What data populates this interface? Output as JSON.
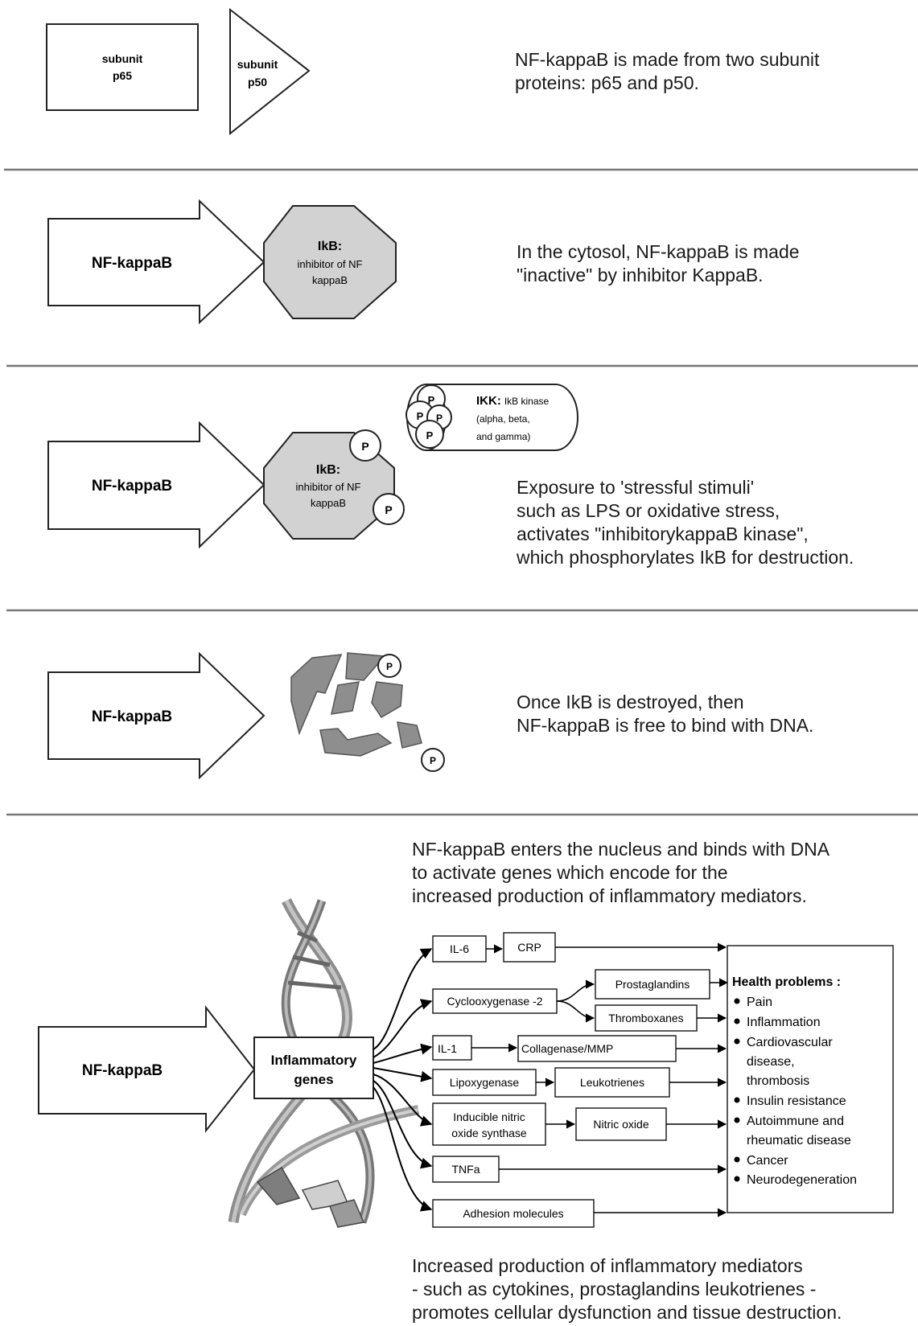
{
  "panel1": {
    "box_p65": {
      "line1": "subunit",
      "line2": "p65"
    },
    "tri_p50": {
      "line1": "subunit",
      "line2": "p50"
    },
    "desc": [
      "NF-kappaB is made from two subunit",
      "proteins: p65 and p50."
    ]
  },
  "panel2": {
    "arrow_label": "NF-kappaB",
    "ikb": {
      "title": "IkB:",
      "line1": "inhibitor of NF",
      "line2": "kappaB"
    },
    "desc": [
      "In the cytosol, NF-kappaB is made",
      "\"inactive\" by inhibitor KappaB."
    ]
  },
  "panel3": {
    "arrow_label": "NF-kappaB",
    "ikb": {
      "title": "IkB:",
      "line1": "inhibitor of NF",
      "line2": "kappaB"
    },
    "p_label": "P",
    "ikk": {
      "title": "IKK:",
      "line1": "IkB kinase",
      "line2": "(alpha, beta,",
      "line3": "and gamma)"
    },
    "desc": [
      "Exposure to 'stressful stimuli'",
      "such as LPS or oxidative stress,",
      "activates \"inhibitorykappaB kinase\",",
      "which phosphorylates IkB for destruction."
    ]
  },
  "panel4": {
    "arrow_label": "NF-kappaB",
    "p_label": "P",
    "desc": [
      "Once IkB is destroyed, then",
      "NF-kappaB is free to bind with DNA."
    ]
  },
  "panel5": {
    "arrow_label": "NF-kappaB",
    "top_desc": [
      "NF-kappaB enters the nucleus and binds with DNA",
      "to activate genes which encode for the",
      "increased production of inflammatory mediators."
    ],
    "genes": {
      "line1": "Inflammatory",
      "line2": "genes"
    },
    "nodes": {
      "il6": "IL-6",
      "crp": "CRP",
      "cox2": "Cyclooxygenase -2",
      "prostaglandins": "Prostaglandins",
      "thromboxanes": "Thromboxanes",
      "il1": "IL-1",
      "collagenase": "Collagenase/MMP",
      "lipoxygenase": "Lipoxygenase",
      "leukotrienes": "Leukotrienes",
      "inos_line1": "Inducible nitric",
      "inos_line2": "oxide synthase",
      "nitric_oxide": "Nitric oxide",
      "tnfa": "TNFa",
      "adhesion": "Adhesion molecules"
    },
    "health": {
      "title": "Health problems :",
      "items": [
        "Pain",
        "Inflammation",
        "Cardiovascular",
        "disease,",
        "thrombosis",
        "Insulin resistance",
        "Autoimmune and",
        "rheumatic disease",
        "Cancer",
        "Neurodegeneration"
      ]
    },
    "bottom_desc": [
      "Increased production of inflammatory mediators",
      "- such as cytokines, prostaglandins leukotrienes -",
      "promotes cellular dysfunction and tissue destruction."
    ]
  }
}
